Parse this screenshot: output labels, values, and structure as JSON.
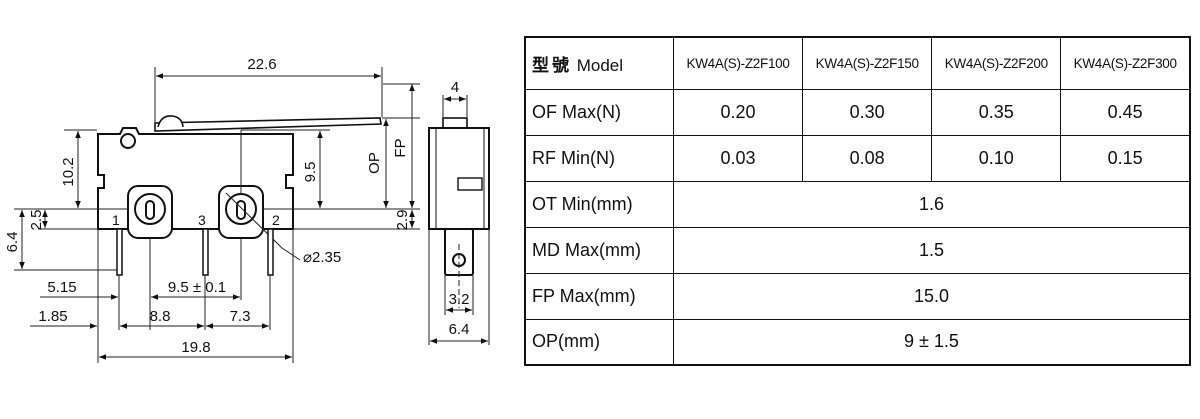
{
  "drawing": {
    "dims": {
      "overall_length": "22.6",
      "side_width": "4",
      "height_102": "10.2",
      "height_95": "9.5",
      "op": "OP",
      "fp": "FP",
      "h_64": "6.4",
      "h_25": "2.5",
      "h_29": "2.9",
      "hole": "⌀2.35",
      "d_515": "5.15",
      "d_95": "9.5 ± 0.1",
      "d_185": "1.85",
      "d_88": "8.8",
      "d_73": "7.3",
      "d_198": "19.8",
      "d_32": "3.2",
      "d_64b": "6.4"
    },
    "pins": [
      "1",
      "3",
      "2"
    ]
  },
  "table": {
    "header_cjk": "型號",
    "header_label": "Model",
    "models": [
      "KW4A(S)-Z2F100",
      "KW4A(S)-Z2F150",
      "KW4A(S)-Z2F200",
      "KW4A(S)-Z2F300"
    ],
    "rows": [
      {
        "label": "OF Max(N)",
        "values": [
          "0.20",
          "0.30",
          "0.35",
          "0.45"
        ]
      },
      {
        "label": "RF Min(N)",
        "values": [
          "0.03",
          "0.08",
          "0.10",
          "0.15"
        ]
      },
      {
        "label": "OT Min(mm)",
        "value": "1.6"
      },
      {
        "label": "MD Max(mm)",
        "value": "1.5"
      },
      {
        "label": "FP Max(mm)",
        "value": "15.0"
      },
      {
        "label": "OP(mm)",
        "value": "9 ± 1.5"
      }
    ]
  }
}
